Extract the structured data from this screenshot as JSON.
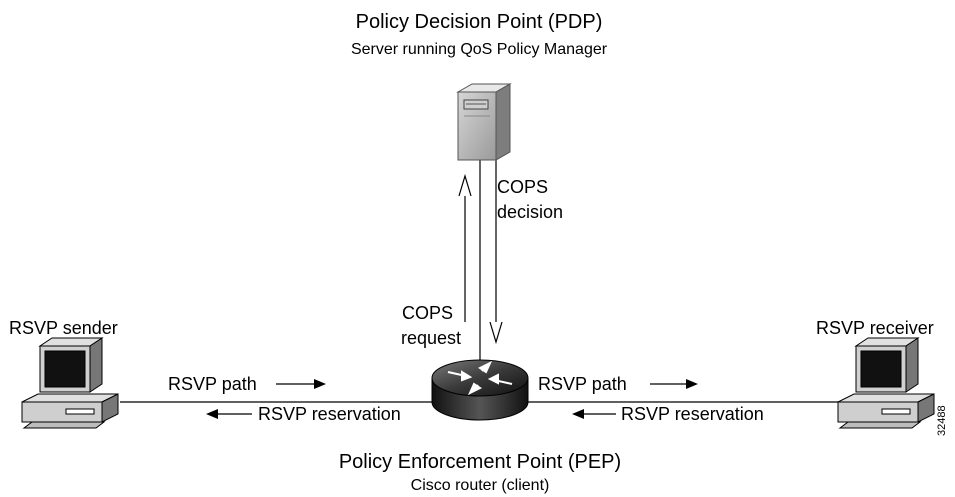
{
  "pdp": {
    "title": "Policy Decision Point (PDP)",
    "subtitle": "Server running QoS Policy Manager"
  },
  "pep": {
    "title": "Policy Enforcement Point (PEP)",
    "subtitle": "Cisco router (client)"
  },
  "cops": {
    "decision_line1": "COPS",
    "decision_line2": "decision",
    "request_line1": "COPS",
    "request_line2": "request"
  },
  "hosts": {
    "sender": "RSVP sender",
    "receiver": "RSVP receiver"
  },
  "flows": {
    "left_path": "RSVP path",
    "left_reservation": "RSVP reservation",
    "right_path": "RSVP path",
    "right_reservation": "RSVP reservation"
  },
  "figure_id": "32488",
  "icons": {
    "server": "server-tower-icon",
    "router": "router-icon",
    "sender": "workstation-icon",
    "receiver": "workstation-icon"
  }
}
